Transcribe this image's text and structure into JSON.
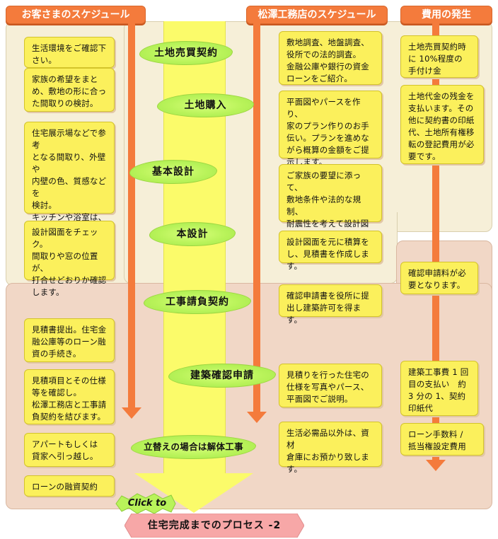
{
  "headers": {
    "customer": "お客さまのスケジュール",
    "company": "松澤工務店のスケジュール",
    "cost": "費用の発生"
  },
  "stages": [
    "土地売買契約",
    "土地購入",
    "基本設計",
    "本設計",
    "工事請負契約",
    "建築確認申請",
    "立替えの場合は解体工事"
  ],
  "customer_notes": [
    "生活環境をご確認下\nさい。",
    "家族の希望をまと\nめ、敷地の形に合っ\nた間取りの検討。",
    "住宅展示場などで参考\nとなる間取り、外壁や\n内壁の色、質感などを\n検討。\nキッチンや浴室は、専\n門メーカーのショー\nルームにご案内。",
    "設計図面をチェック。\n間取りや窓の位置が、\n打合せどおりか確認\nします。",
    "見積書提出。住宅金\n融公庫等のローン融\n資の手続き。",
    "見積項目とその仕様\n等を確認し。\n松澤工務店と工事請\n負契約を結びます。",
    "アパートもしくは\n貸家へ引っ越し。",
    "ローンの融資契約"
  ],
  "company_notes": [
    "敷地調査、地盤調査、\n役所での法的調査。\n金融公庫や銀行の資金\nローンをご紹介。",
    "平面図やパースを作り、\n家のプラン作りのお手\n伝い。プランを進めな\nがら概算の金額をご提\n示します。",
    "ご家族の要望に添って、\n敷地条件や法的な規制、\n耐震性を考えて設計図\n面を製作してゆきます。",
    "設計図面を元に積算を\nし、見積書を作成します。",
    "確認申請書を役所に提\n出し建築許可を得ます。",
    "見積りを行った住宅の\n仕様を写真やパース、\n平面図でご説明。",
    "生活必需品以外は、資材\n倉庫にお預かり致しま\nす。"
  ],
  "cost_notes": [
    "土地売買契約時\nに 10%程度の\n手付け金",
    "土地代金の残金を\n支払います。その\n他に契約書の印紙\n代、土地所有権移\n転の登記費用が必\n要です。",
    "確認申請料が必\n要となります。",
    "建築工事費 1 回\n目の支払い　約\n3 分の 1、契約\n印紙代",
    "ローン手数料 /\n抵当権設定費用"
  ],
  "click_label": "Click to",
  "next_label": "住宅完成までのプロセス -2"
}
